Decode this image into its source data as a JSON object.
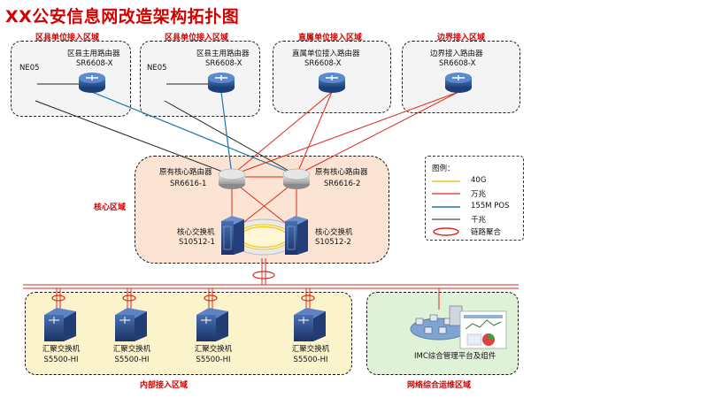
{
  "title": "XX公安信息网改造架构拓扑图",
  "zones": {
    "county1": {
      "label": "区县单位接入区域",
      "ne": "NE05",
      "router_name": "区县主用路由器",
      "router_model": "SR6608-X"
    },
    "county2": {
      "label": "区县单位接入区域",
      "ne": "NE05",
      "router_name": "区县主用路由器",
      "router_model": "SR6608-X"
    },
    "direct": {
      "label": "直属单位接入区域",
      "router_name": "直属单位接入路由器",
      "router_model": "SR6608-X"
    },
    "border": {
      "label": "边界接入区域",
      "router_name": "边界接入路由器",
      "router_model": "SR6608-X"
    },
    "core": {
      "label": "核心区域",
      "router1_name": "原有核心路由器",
      "router1_model": "SR6616-1",
      "router2_name": "原有核心路由器",
      "router2_model": "SR6616-2",
      "switch1_name": "核心交换机",
      "switch1_model": "S10512-1",
      "switch2_name": "核心交换机",
      "switch2_model": "S10512-2"
    },
    "inner": {
      "label": "内部接入区域",
      "switches": [
        {
          "name": "汇聚交换机",
          "model": "S5500-HI"
        },
        {
          "name": "汇聚交换机",
          "model": "S5500-HI"
        },
        {
          "name": "汇聚交换机",
          "model": "S5500-HI"
        },
        {
          "name": "汇聚交换机",
          "model": "S5500-HI"
        }
      ]
    },
    "ops": {
      "label": "网络综合运维区域",
      "platform": "IMC综合管理平台及组件"
    }
  },
  "legend": {
    "title": "图例：",
    "items": [
      {
        "label": "40G",
        "color": "#f0c419",
        "kind": "line"
      },
      {
        "label": "万兆",
        "color": "#e0281e",
        "kind": "line"
      },
      {
        "label": "155M POS",
        "color": "#1b77a8",
        "kind": "line"
      },
      {
        "label": "千兆",
        "color": "#222222",
        "kind": "line"
      },
      {
        "label": "链路聚合",
        "color": "#e0281e",
        "kind": "ellipse"
      }
    ]
  }
}
